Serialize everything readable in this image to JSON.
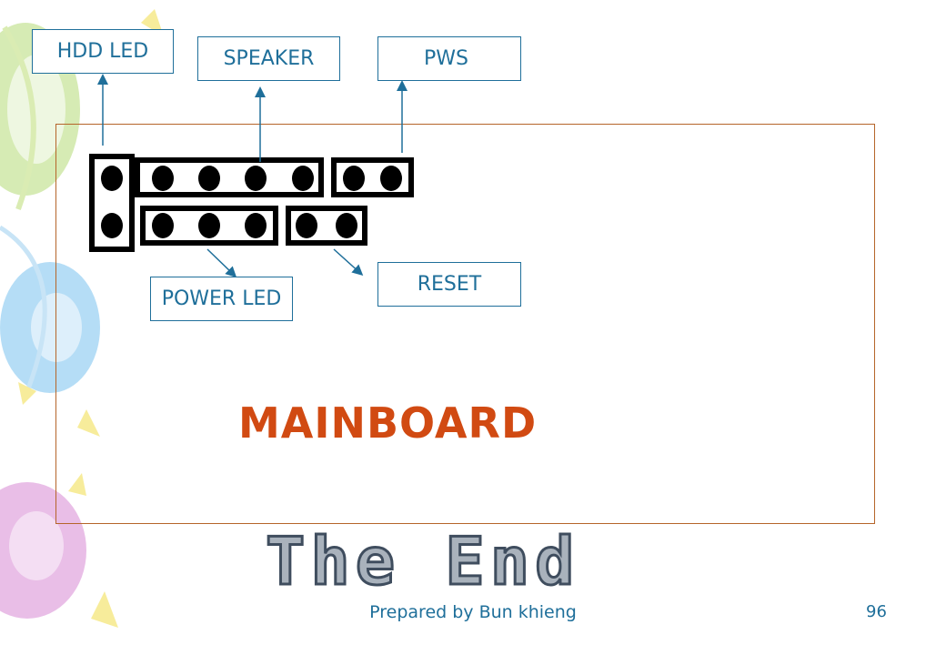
{
  "labels": {
    "hdd_led": "HDD LED",
    "speaker": "SPEAKER",
    "pws": "PWS",
    "power_led": "POWER LED",
    "reset": "RESET"
  },
  "mainboard": "MAINBOARD",
  "the_end": "The End",
  "footer": "Prepared by Bun khieng",
  "page_number": "96",
  "colors": {
    "label_text": "#1f6f9a",
    "mainboard_text": "#d14a12",
    "frame": "#b5652a",
    "arrow": "#1f6f9a"
  }
}
